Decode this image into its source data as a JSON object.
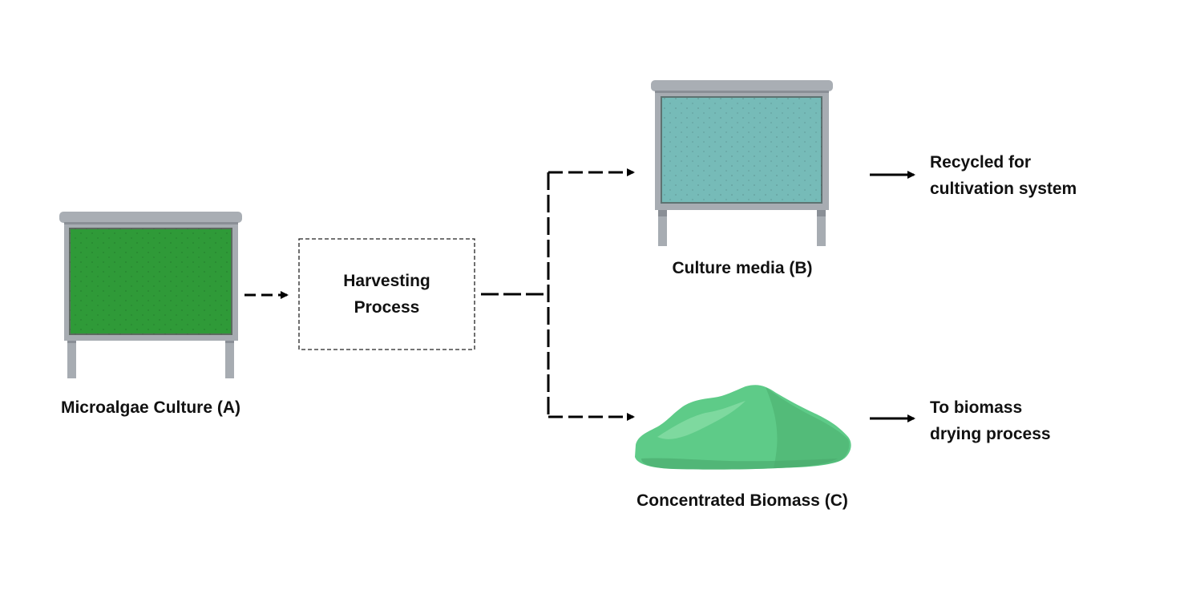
{
  "diagram": {
    "nodes": {
      "culture_a": {
        "label": "Microalgae Culture (A)",
        "fill": "#2f9a38",
        "kind": "tank"
      },
      "harvesting": {
        "label_lines": [
          "Harvesting",
          "Process"
        ],
        "kind": "dashed-box"
      },
      "culture_b": {
        "label": "Culture media (B)",
        "fill": "#76bbb8",
        "kind": "tank"
      },
      "biomass_c": {
        "label": "Concentrated Biomass (C)",
        "fill": "#5ecb88",
        "kind": "pile"
      },
      "recycled": {
        "label_lines": [
          "Recycled for",
          "cultivation system"
        ]
      },
      "drying": {
        "label_lines": [
          "To biomass",
          "drying process"
        ]
      }
    },
    "edges": [
      {
        "from": "culture_a",
        "to": "harvesting",
        "style": "dashed"
      },
      {
        "from": "harvesting",
        "to": "culture_b",
        "style": "dashed"
      },
      {
        "from": "harvesting",
        "to": "biomass_c",
        "style": "dashed"
      },
      {
        "from": "culture_b",
        "to": "recycled",
        "style": "solid"
      },
      {
        "from": "biomass_c",
        "to": "drying",
        "style": "solid"
      }
    ],
    "colors": {
      "tank_frame": "#a7acb2",
      "tank_frame_dark": "#8a8f96",
      "arrow": "#000000",
      "text": "#111111"
    }
  }
}
